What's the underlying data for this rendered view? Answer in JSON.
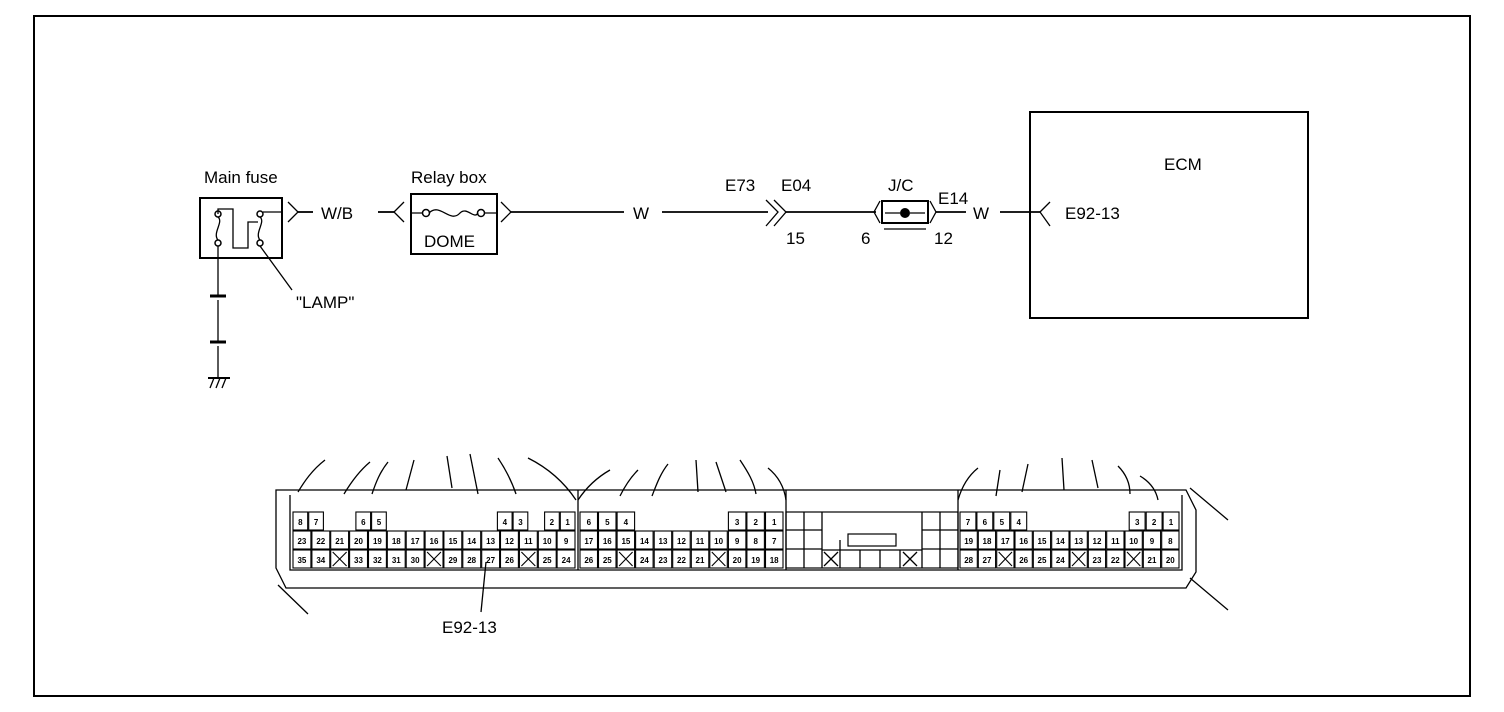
{
  "main_fuse": {
    "label": "Main fuse",
    "lamp_label": "\"LAMP\""
  },
  "wire_wb": {
    "label": "W/B"
  },
  "relay_box": {
    "label": "Relay box",
    "fuse_label": "DOME"
  },
  "wire_w1": {
    "label": "W"
  },
  "connector_e73": {
    "label": "E73"
  },
  "connector_e04": {
    "label": "E04",
    "pin": "15"
  },
  "junction": {
    "label": "J/C",
    "pin_in": "6",
    "pin_out": "12"
  },
  "connector_e14": {
    "label": "E14"
  },
  "wire_w2": {
    "label": "W"
  },
  "ecm": {
    "label": "ECM",
    "pin_label": "E92-13"
  },
  "connector_face": {
    "callout": "E92-13",
    "left_block": {
      "row1": [
        "8",
        "7",
        "",
        "",
        "6",
        "5",
        "",
        "",
        "",
        "",
        "",
        "",
        "",
        "4",
        "3",
        "",
        "2",
        "1"
      ],
      "row2": [
        "23",
        "22",
        "21",
        "20",
        "19",
        "18",
        "17",
        "16",
        "15",
        "14",
        "13",
        "12",
        "11",
        "10",
        "9"
      ],
      "row3": [
        "35",
        "34",
        "X",
        "33",
        "32",
        "31",
        "30",
        "X",
        "29",
        "28",
        "27",
        "26",
        "X",
        "25",
        "24"
      ]
    },
    "mid_block": {
      "row1": [
        "6",
        "5",
        "4",
        "",
        "",
        "",
        "",
        "",
        "3",
        "2",
        "1"
      ],
      "row2": [
        "17",
        "16",
        "15",
        "14",
        "13",
        "12",
        "11",
        "10",
        "9",
        "8",
        "7"
      ],
      "row3": [
        "26",
        "25",
        "X",
        "24",
        "23",
        "22",
        "21",
        "X",
        "20",
        "19",
        "18"
      ]
    },
    "right_block": {
      "row1": [
        "7",
        "6",
        "5",
        "4",
        "",
        "",
        "",
        "",
        "",
        "",
        "3",
        "2",
        "1"
      ],
      "row2": [
        "19",
        "18",
        "17",
        "16",
        "15",
        "14",
        "13",
        "12",
        "11",
        "10",
        "9",
        "8"
      ],
      "row3": [
        "28",
        "27",
        "X",
        "26",
        "25",
        "24",
        "X",
        "23",
        "22",
        "X",
        "21",
        "20"
      ]
    }
  }
}
